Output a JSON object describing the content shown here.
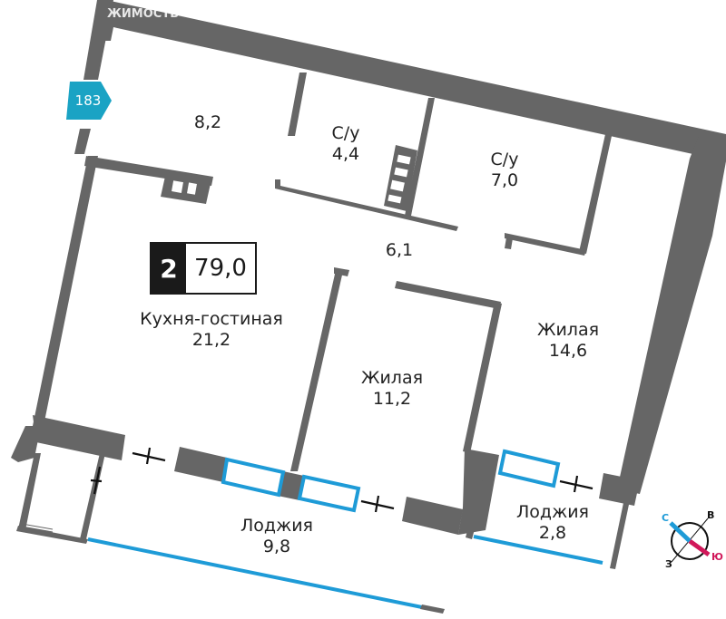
{
  "watermark": "ЖИМОСТЬ",
  "apartment_number": "183",
  "summary": {
    "rooms": "2",
    "total_area": "79,0"
  },
  "rooms": [
    {
      "id": "hall",
      "name": "",
      "area": "8,2"
    },
    {
      "id": "bath1",
      "name": "С/у",
      "area": "4,4"
    },
    {
      "id": "bath2",
      "name": "С/у",
      "area": "7,0"
    },
    {
      "id": "corridor",
      "name": "",
      "area": "6,1"
    },
    {
      "id": "kitchen",
      "name": "Кухня-гостиная",
      "area": "21,2"
    },
    {
      "id": "bedroom1",
      "name": "Жилая",
      "area": "11,2"
    },
    {
      "id": "bedroom2",
      "name": "Жилая",
      "area": "14,6"
    },
    {
      "id": "loggia1",
      "name": "Лоджия",
      "area": "9,8"
    },
    {
      "id": "loggia2",
      "name": "Лоджия",
      "area": "2,8"
    }
  ],
  "compass": {
    "north": "С",
    "east": "В",
    "south": "Ю",
    "west": "З",
    "north_color": "#1e9bd7",
    "south_color": "#d1185a"
  },
  "colors": {
    "wall": "#666666",
    "glazing": "#1e9bd7",
    "badge": "#1aa3c4"
  }
}
